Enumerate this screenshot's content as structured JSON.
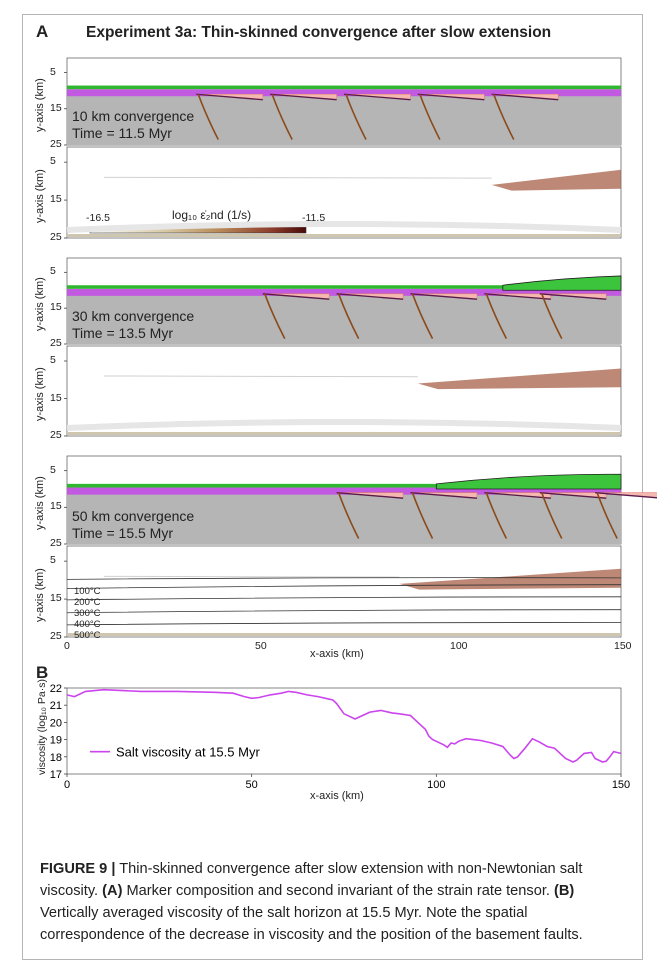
{
  "panel_a": {
    "letter": "A",
    "title": "Experiment 3a: Thin-skinned convergence after slow extension",
    "y_axis_label": "y-axis (km)",
    "y_ticks": [
      "5",
      "15",
      "25"
    ],
    "x_axis_label": "x-axis (km)",
    "x_ticks": [
      "0",
      "50",
      "100",
      "150"
    ],
    "colorbar": {
      "min": "-16.5",
      "max": "-11.5",
      "label": "log₁₀ ε̇₂nd (1/s)"
    },
    "stages": [
      {
        "convergence": "10 km convergence",
        "time": "Time = 11.5 Myr"
      },
      {
        "convergence": "30 km convergence",
        "time": "Time = 13.5 Myr"
      },
      {
        "convergence": "50 km convergence",
        "time": "Time = 15.5 Myr"
      }
    ],
    "isotherms": [
      "100°C",
      "200°C",
      "300°C",
      "400°C",
      "500°C"
    ]
  },
  "panel_b": {
    "letter": "B",
    "y_axis_label": "viscosity (log₁₀ Pa·s)",
    "x_axis_label": "x-axis (km)",
    "legend": "Salt viscosity at 15.5 Myr",
    "chart_data": {
      "type": "line",
      "xlabel": "x-axis (km)",
      "ylabel": "viscosity (log₁₀ Pa·s)",
      "xlim": [
        0,
        150
      ],
      "ylim": [
        17,
        22
      ],
      "x_ticks": [
        0,
        50,
        100,
        150
      ],
      "y_ticks": [
        17,
        18,
        19,
        20,
        21,
        22
      ],
      "series": [
        {
          "name": "Salt viscosity at 15.5 Myr",
          "color": "#cc44ee",
          "x": [
            0,
            2,
            5,
            10,
            20,
            30,
            40,
            45,
            48,
            50,
            52,
            55,
            58,
            60,
            62,
            65,
            68,
            70,
            72,
            73,
            75,
            78,
            80,
            82,
            85,
            88,
            90,
            93,
            95,
            97,
            98,
            99,
            100,
            102,
            103,
            104,
            105,
            106,
            108,
            110,
            112,
            115,
            118,
            120,
            121,
            122,
            124,
            126,
            128,
            130,
            132,
            134,
            135,
            137,
            138,
            140,
            142,
            143,
            145,
            146,
            147,
            148,
            150
          ],
          "values": [
            21.6,
            21.5,
            21.8,
            21.9,
            21.8,
            21.8,
            21.75,
            21.7,
            21.5,
            21.4,
            21.45,
            21.6,
            21.7,
            21.8,
            21.75,
            21.6,
            21.5,
            21.4,
            21.3,
            21.1,
            20.5,
            20.2,
            20.4,
            20.6,
            20.7,
            20.55,
            20.5,
            20.4,
            20.0,
            19.6,
            19.2,
            19.0,
            18.9,
            18.7,
            18.55,
            18.8,
            18.75,
            18.9,
            19.05,
            19.0,
            18.95,
            18.8,
            18.6,
            18.1,
            17.9,
            18.0,
            18.5,
            19.05,
            18.85,
            18.6,
            18.5,
            18.1,
            17.9,
            17.7,
            17.8,
            18.2,
            18.25,
            17.9,
            17.7,
            17.75,
            18.0,
            18.3,
            18.2
          ]
        }
      ]
    }
  },
  "caption": {
    "figure_label": "FIGURE 9 |",
    "text1": " Thin-skinned convergence after slow extension with non-Newtonian salt viscosity. ",
    "a_ref": "(A)",
    "text2": " Marker composition and second invariant of the strain rate tensor. ",
    "b_ref": "(B)",
    "text3": " Vertically averaged viscosity of the salt horizon at 15.5 Myr. Note the spatial correspondence of the decrease in viscosity and the position of the basement faults."
  }
}
